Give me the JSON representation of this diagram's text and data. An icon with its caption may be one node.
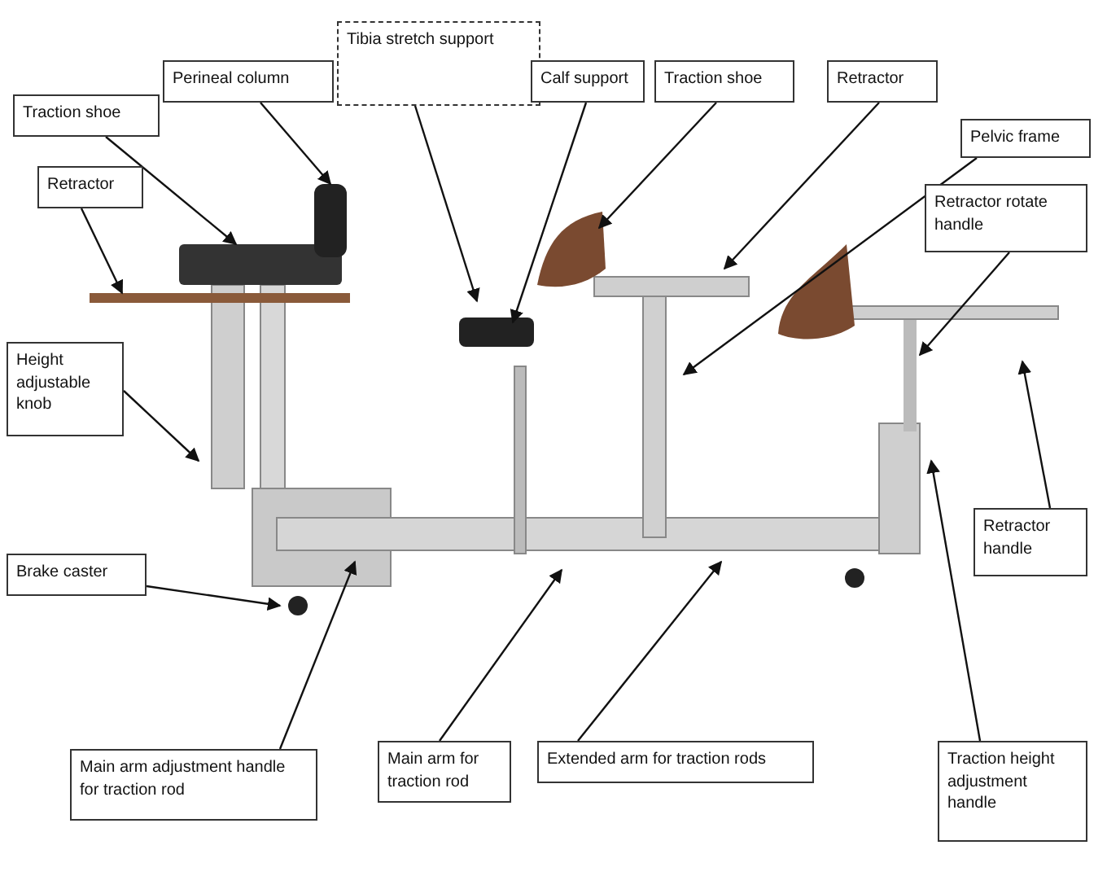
{
  "diagram": {
    "nodes": [
      {
        "text": [
          "Tibia stretch support"
        ]
      },
      {
        "text": [
          "Perineal column"
        ]
      },
      {
        "text": [
          "Calf support"
        ]
      },
      {
        "text": [
          "Traction shoe"
        ]
      },
      {
        "text": [
          "Retractor"
        ]
      },
      {
        "text": [
          "Traction shoe"
        ]
      },
      {
        "text": [
          "Pelvic frame"
        ]
      },
      {
        "text": [
          "Retractor"
        ]
      },
      {
        "text": [
          "Retractor rotate handle"
        ]
      },
      {
        "text": [
          "Height adjustable knob"
        ]
      },
      {
        "text": [
          "Retractor handle"
        ]
      },
      {
        "text": [
          "Brake caster"
        ]
      },
      {
        "text": [
          "Main arm adjustment handle for traction rod"
        ]
      },
      {
        "text": [
          "Main arm for traction rod"
        ]
      },
      {
        "text": [
          "Extended arm for traction rods"
        ]
      },
      {
        "text": [
          "Traction height adjustment handle"
        ]
      }
    ],
    "edges": [
      {
        "from": 0,
        "to": null,
        "arrow": "to"
      },
      {
        "from": 1,
        "to": null,
        "arrow": "to"
      },
      {
        "from": 2,
        "to": null,
        "arrow": "to"
      },
      {
        "from": 3,
        "to": null,
        "arrow": "to"
      },
      {
        "from": 4,
        "to": null,
        "arrow": "to"
      },
      {
        "from": 5,
        "to": null,
        "arrow": "to"
      },
      {
        "from": 6,
        "to": null,
        "arrow": "to"
      },
      {
        "from": 7,
        "to": null,
        "arrow": "to"
      },
      {
        "from": 8,
        "to": null,
        "arrow": "to"
      },
      {
        "from": 9,
        "to": null,
        "arrow": "to"
      },
      {
        "from": 10,
        "to": null,
        "arrow": "to"
      },
      {
        "from": 11,
        "to": null,
        "arrow": "to"
      },
      {
        "from": 12,
        "to": null,
        "arrow": "to"
      },
      {
        "from": 13,
        "to": null,
        "arrow": "to"
      },
      {
        "from": 14,
        "to": null,
        "arrow": "to"
      },
      {
        "from": 15,
        "to": null,
        "arrow": "to"
      }
    ]
  }
}
